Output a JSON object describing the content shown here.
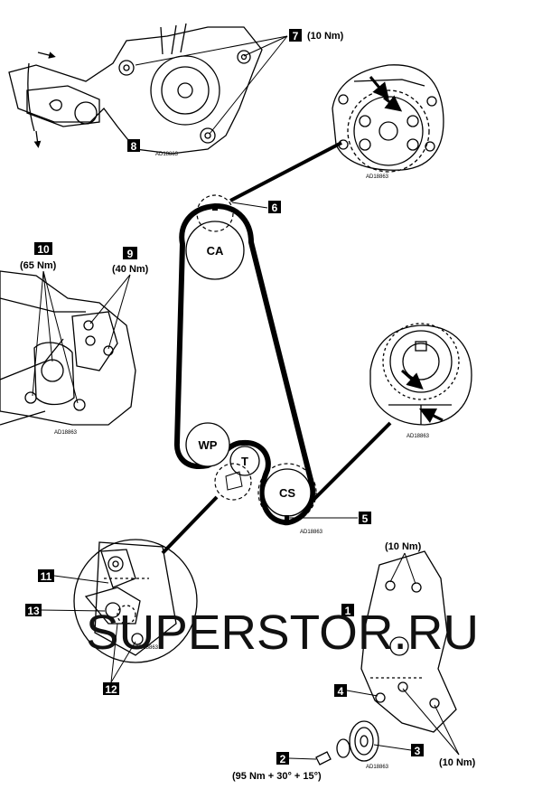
{
  "callouts": {
    "c1": "1",
    "c2": "2",
    "c3": "3",
    "c4": "4",
    "c5": "5",
    "c6": "6",
    "c7": "7",
    "c8": "8",
    "c9": "9",
    "c10": "10",
    "c11": "11",
    "c12": "12",
    "c13": "13"
  },
  "torques": {
    "t7": "(10 Nm)",
    "t10": "(65 Nm)",
    "t9": "(40 Nm)",
    "t1": "(10 Nm)",
    "t3": "(10 Nm)",
    "t2": "(95 Nm + 30° + 15°)"
  },
  "pulleys": {
    "camshaft": "CA",
    "water_pump": "WP",
    "tensioner": "T",
    "crankshaft": "CS"
  },
  "refs": {
    "r1": "AD18863",
    "r2": "AD18863",
    "r3": "AD18863",
    "r4": "AD18863",
    "r5": "AD18863",
    "r6": "AD18863",
    "r7": "AD18863"
  },
  "watermark": "SUPERSTOR.RU"
}
